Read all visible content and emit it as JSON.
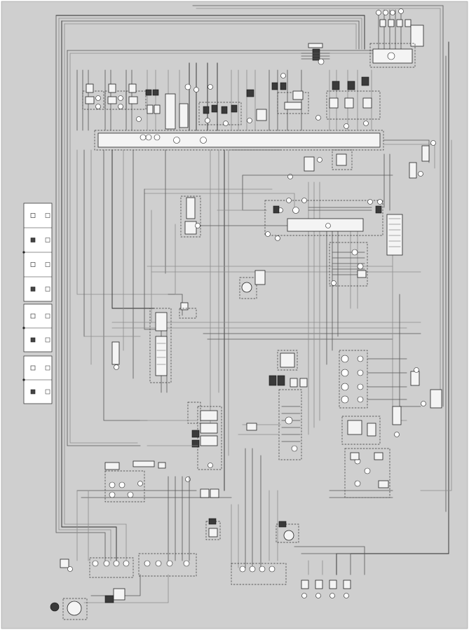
{
  "diagram": {
    "colors": {
      "background": "#cfcfcf",
      "wire_dark": "#2a2a2a",
      "wire_mid": "#555555",
      "wire_light": "#8c8c8c",
      "component_fill": "#f4f4f4"
    }
  },
  "legend": {
    "panels": [
      {
        "rows": 4
      },
      {
        "rows": 2
      },
      {
        "rows": 2
      }
    ]
  }
}
